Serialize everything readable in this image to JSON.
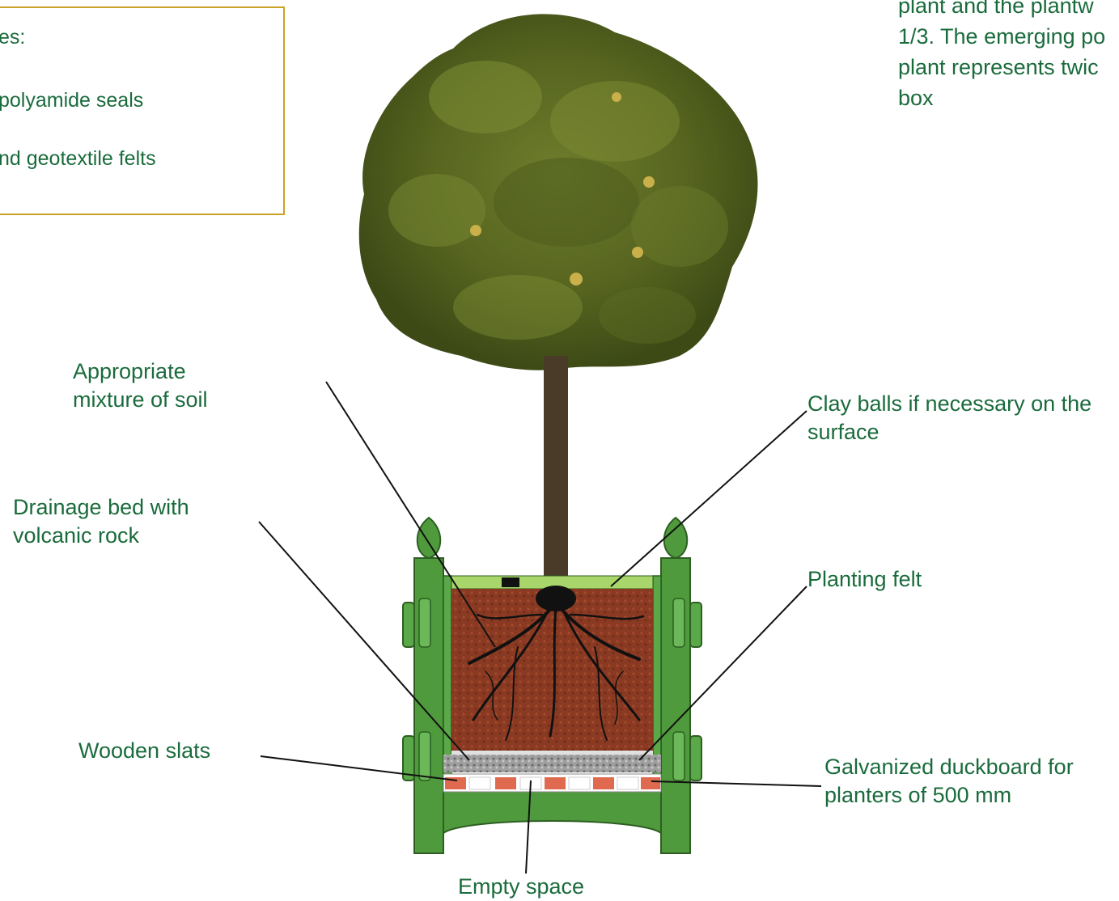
{
  "notes_box": {
    "line1": "es:",
    "line2": "polyamide seals",
    "line3": "nd geotextile felts"
  },
  "top_note": {
    "line1": "plant and the plantw",
    "line2": "1/3. The emerging po",
    "line3": "plant represents twic",
    "line4": "box"
  },
  "labels": {
    "soil": [
      "Appropriate",
      "mixture of soil"
    ],
    "drainage": [
      "Drainage bed with",
      "volcanic rock"
    ],
    "slats": [
      "Wooden slats"
    ],
    "empty": [
      "Empty space"
    ],
    "clay": [
      "Clay balls if necessary on the",
      "surface"
    ],
    "felt": [
      "Planting felt"
    ],
    "duckboard": [
      "Galvanized duckboard for",
      "planters of 500 mm"
    ]
  },
  "colors": {
    "label_text": "#1a6b3c",
    "box_border": "#c9a227",
    "planter_green": "#4f9a3c",
    "soil": "#8b3a24",
    "foliage": "#6b7a2a"
  }
}
